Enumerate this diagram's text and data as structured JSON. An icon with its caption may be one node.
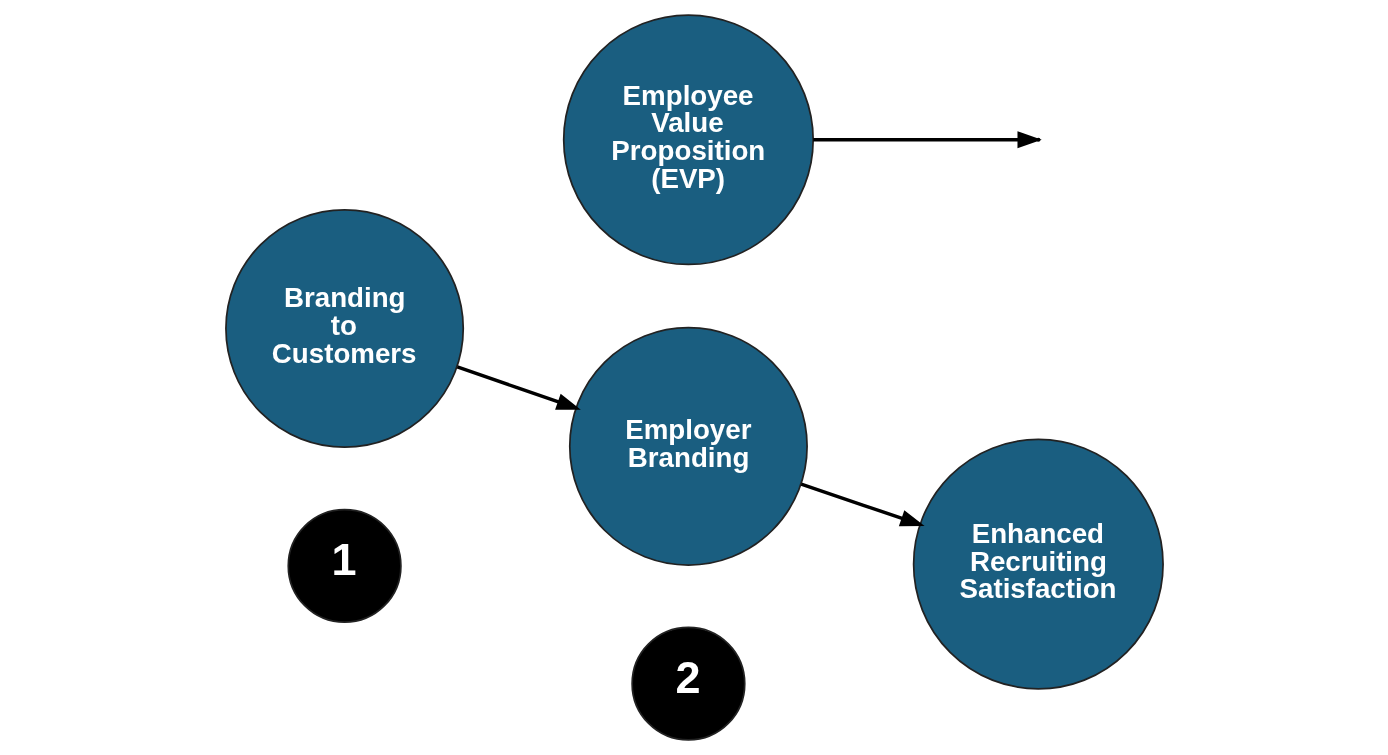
{
  "diagram": {
    "nodes": [
      {
        "text": [
          "Branding to Customers"
        ]
      },
      {
        "text": [
          "Employer Branding"
        ]
      },
      {
        "text": [
          "Employee Value Proposition (EVP)"
        ]
      },
      {
        "text": [
          "Enhanced Recruiting Satisfaction"
        ]
      },
      {
        "text": [
          "1"
        ]
      },
      {
        "text": [
          "2"
        ]
      }
    ],
    "edges": [
      {
        "from": 0,
        "to": 1,
        "arrow": "to"
      },
      {
        "from": 1,
        "to": 3,
        "arrow": "to"
      },
      {
        "from": 2,
        "to": null,
        "arrow": "to"
      }
    ]
  }
}
